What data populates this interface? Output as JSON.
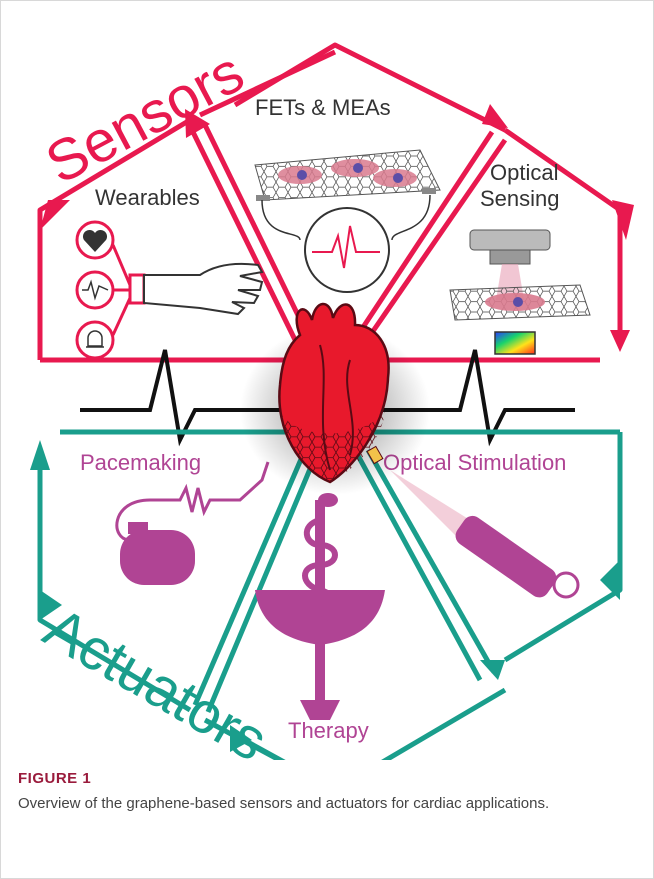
{
  "diagram": {
    "sensors_label": "Sensors",
    "actuators_label": "Actuators",
    "sensor_panels": {
      "fets": "FETs & MEAs",
      "optical_sensing_1": "Optical",
      "optical_sensing_2": "Sensing",
      "wearables": "Wearables"
    },
    "actuator_panels": {
      "pacemaking": "Pacemaking",
      "optical_stimulation": "Optical Stimulation",
      "therapy": "Therapy"
    },
    "colors": {
      "sensors": "#e8194f",
      "actuators": "#1a9e8c",
      "devices": "#b04494",
      "heart": "#e8192c"
    }
  },
  "figure": {
    "label": "FIGURE 1",
    "caption": "Overview of the graphene-based sensors and actuators for cardiac applications."
  }
}
